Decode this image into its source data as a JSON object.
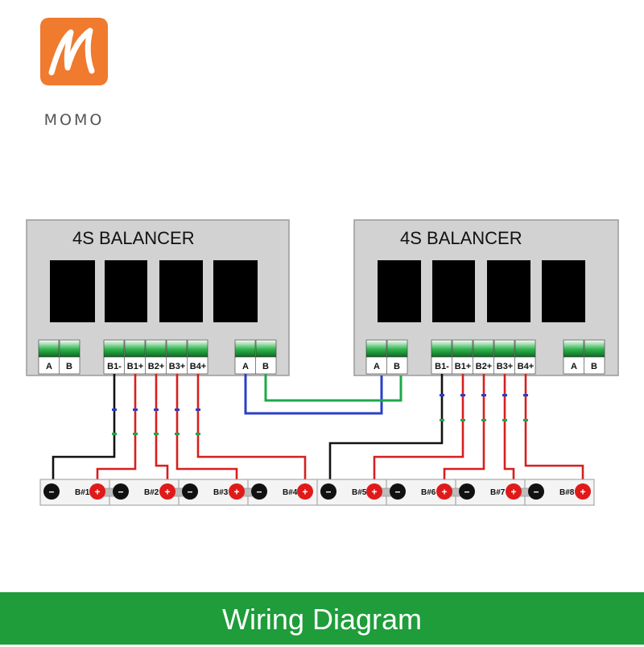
{
  "brand": {
    "logo_text": "MOMO",
    "logo_color": "#f07a2e"
  },
  "balancers": [
    {
      "title": "4S BALANCER",
      "terminals": [
        "A",
        "B",
        "B1-",
        "B1+",
        "B2+",
        "B3+",
        "B4+",
        "A",
        "B"
      ]
    },
    {
      "title": "4S BALANCER",
      "terminals": [
        "A",
        "B",
        "B1-",
        "B1+",
        "B2+",
        "B3+",
        "B4+",
        "A",
        "B"
      ]
    }
  ],
  "cells": [
    {
      "label": "B#1",
      "neg": "−",
      "pos": "+"
    },
    {
      "label": "B#2",
      "neg": "−",
      "pos": "+"
    },
    {
      "label": "B#3",
      "neg": "−",
      "pos": "+"
    },
    {
      "label": "B#4",
      "neg": "−",
      "pos": "+"
    },
    {
      "label": "B#5",
      "neg": "−",
      "pos": "+"
    },
    {
      "label": "B#6",
      "neg": "−",
      "pos": "+"
    },
    {
      "label": "B#7",
      "neg": "−",
      "pos": "+"
    },
    {
      "label": "B#8",
      "neg": "−",
      "pos": "+"
    }
  ],
  "footer": {
    "title": "Wiring Diagram"
  },
  "colors": {
    "wire_negative": "#111111",
    "wire_positive": "#d81e1e",
    "wire_comm_a": "#2b3fc4",
    "wire_comm_b": "#1ea84a",
    "footer": "#1e9d3a",
    "terminal_green": "#0a6b22"
  }
}
